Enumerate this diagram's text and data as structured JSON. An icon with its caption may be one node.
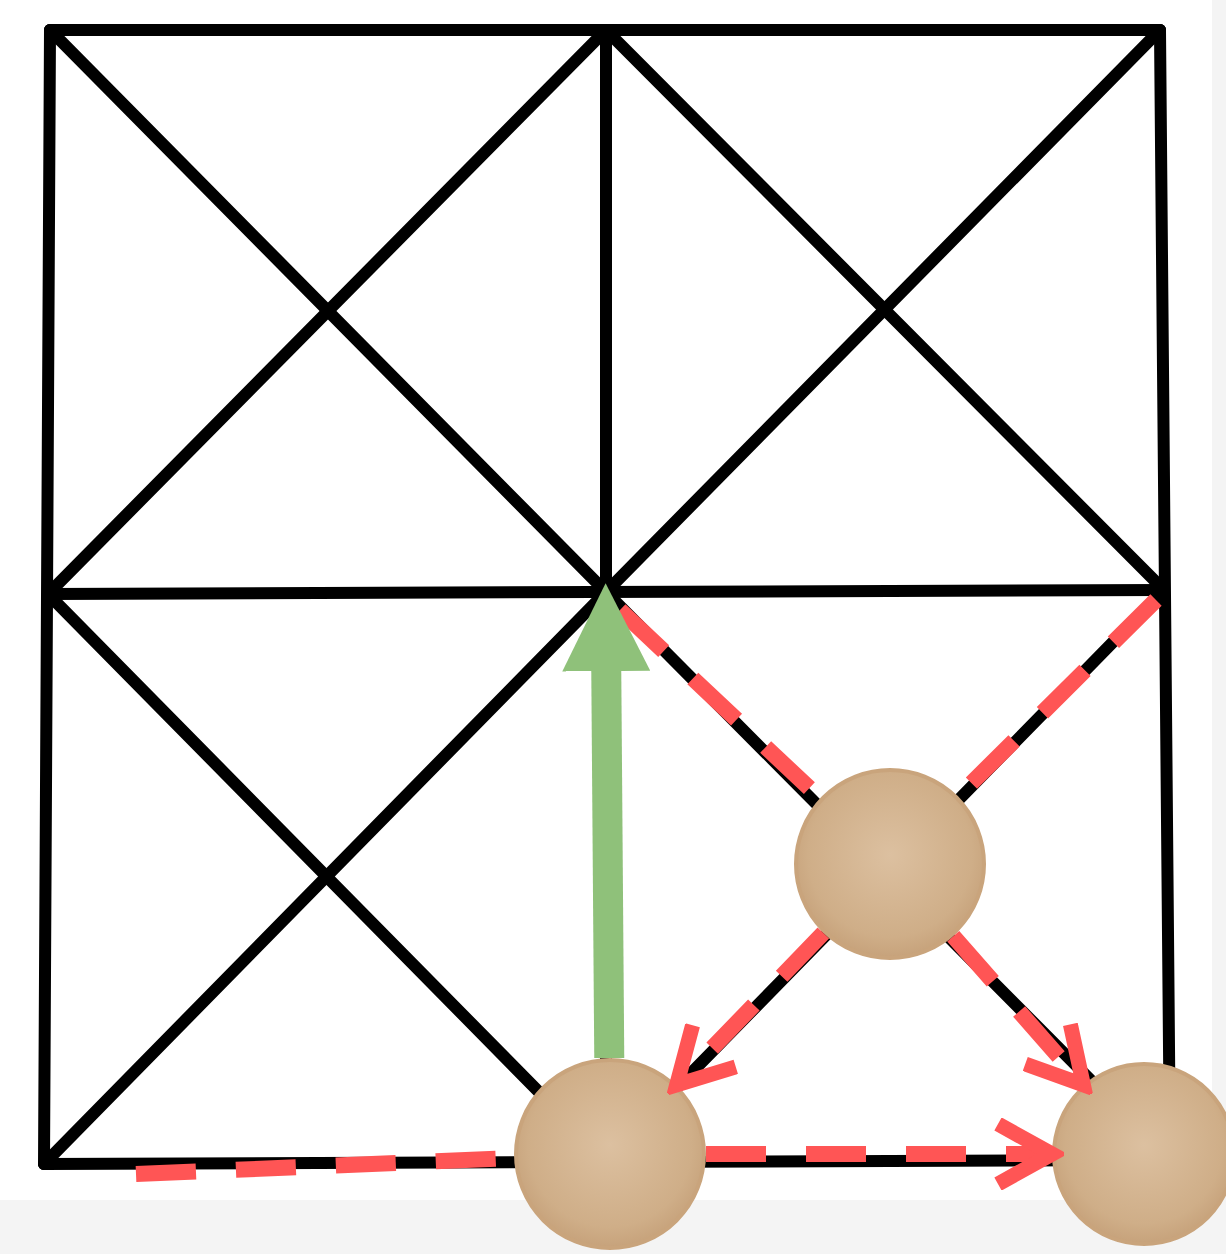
{
  "diagram": {
    "nodes": [
      {
        "text": [],
        "shape": "circle"
      },
      {
        "text": [],
        "shape": "circle"
      },
      {
        "text": [],
        "shape": "circle"
      }
    ],
    "edges": [
      {
        "from": 0,
        "to": 2,
        "arrow": "to",
        "style": "dashed"
      },
      {
        "from": 1,
        "to": 2,
        "arrow": "to",
        "style": "dashed"
      },
      {
        "from": 1,
        "to": 0,
        "arrow": "to",
        "style": "dashed"
      },
      {
        "from": null,
        "to": 1,
        "arrow": "none",
        "style": "dashed"
      },
      {
        "from": null,
        "to": 1,
        "arrow": "none",
        "style": "dashed"
      },
      {
        "from": null,
        "to": 0,
        "arrow": "none",
        "style": "dashed"
      },
      {
        "from": 0,
        "to": null,
        "arrow": "to",
        "style": "thick",
        "color": "#8fc17a"
      }
    ]
  }
}
